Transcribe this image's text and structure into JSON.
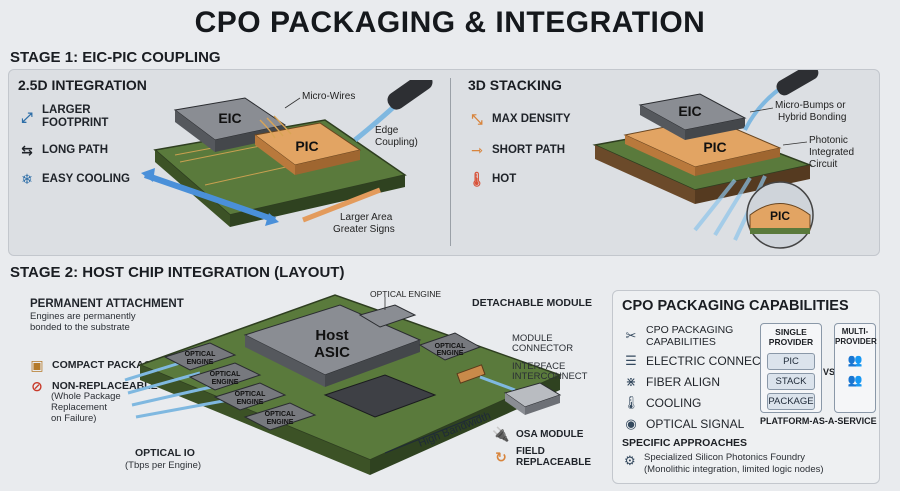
{
  "title": "CPO PACKAGING & INTEGRATION",
  "stage1": {
    "label": "STAGE 1: EIC-PIC COUPLING",
    "left": {
      "title": "2.5D INTEGRATION",
      "items": [
        {
          "icon": "expand-icon",
          "label_line1": "LARGER",
          "label_line2": "FOOTPRINT"
        },
        {
          "icon": "swap-arrows-icon",
          "label": "LONG PATH"
        },
        {
          "icon": "snowflake-icon",
          "label": "EASY COOLING"
        }
      ],
      "chip_eic": "EIC",
      "chip_pic": "PIC",
      "callout_microwires": "Micro-Wires",
      "callout_edge_line1": "Edge",
      "callout_edge_line2": "Coupling)",
      "callout_area_line1": "Larger Area",
      "callout_area_line2": "Greater Signs"
    },
    "right": {
      "title": "3D STACKING",
      "items": [
        {
          "icon": "compress-icon",
          "label": "MAX DENSITY"
        },
        {
          "icon": "arrow-right-icon",
          "label": "SHORT PATH"
        },
        {
          "icon": "thermometer-icon",
          "label": "HOT"
        }
      ],
      "chip_eic": "EIC",
      "chip_pic": "PIC",
      "zoom_pic": "PIC",
      "callout_bumps_line1": "Micro-Bumps or",
      "callout_bumps_line2": "Hybrid Bonding",
      "callout_photonic_line1": "Photonic",
      "callout_photonic_line2": "Integrated",
      "callout_photonic_line3": "Circuit"
    }
  },
  "stage2": {
    "label": "STAGE 2: HOST CHIP INTEGRATION (LAYOUT)",
    "permanent_title": "PERMANENT ATTACHMENT",
    "permanent_desc_line1": "Engines are permanently",
    "permanent_desc_line2": "bonded to the substrate",
    "compact_label": "COMPACT PACKAGE",
    "nonreplace_title": "NON-REPLACEABLE",
    "nonreplace_line1": "(Whole Package",
    "nonreplace_line2": "Replacement",
    "nonreplace_line3": "on Failure)",
    "optical_io_title": "OPTICAL IO",
    "optical_io_desc": "(Tbps per Engine)",
    "host_line1": "Host",
    "host_line2": "ASIC",
    "engine_line1": "OPTICAL",
    "engine_line2": "ENGINE",
    "optical_engine_callout": "OPTICAL ENGINE",
    "detachable_title": "DETACHABLE MODULE",
    "module_connector_line1": "MODULE",
    "module_connector_line2": "CONNECTOR",
    "interface_line1": "INTERFACE",
    "interface_line2": "INTERCONNECT",
    "high_bandwidth": "High Bandwidth",
    "osa_module": "OSA MODULE",
    "field_line1": "FIELD",
    "field_line2": "REPLACEABLE"
  },
  "capabilities": {
    "title": "CPO PACKAGING CAPABILITIES",
    "rows": [
      {
        "icon": "scissors-icon",
        "label_line1": "CPO PACKAGING",
        "label_line2": "CAPABILITIES"
      },
      {
        "icon": "sliders-icon",
        "label": "ELECTRIC CONNECT"
      },
      {
        "icon": "fiber-icon",
        "label": "FIBER ALIGN"
      },
      {
        "icon": "thermometer-icon",
        "label": "COOLING"
      },
      {
        "icon": "eye-icon",
        "label": "OPTICAL SIGNAL"
      }
    ],
    "single_line1": "SINGLE",
    "single_line2": "PROVIDER",
    "stack_boxes": [
      "PIC",
      "STACK",
      "PACKAGE"
    ],
    "vs": "VS",
    "multi_line1": "MULTI-",
    "multi_line2": "PROVIDER",
    "platform": "PLATFORM-AS-A-SERVICE",
    "specific_title": "SPECIFIC APPROACHES",
    "specific_line1": "Specialized Silicon Photonics Foundry",
    "specific_line2": "(Monolithic integration, limited logic nodes)"
  },
  "colors": {
    "pcb_green": "#4f6b35",
    "pic_orange": "#e0a060",
    "chip_gray": "#6d7076",
    "fiber_blue": "#7fb8e0",
    "copper": "#c98a4a"
  }
}
